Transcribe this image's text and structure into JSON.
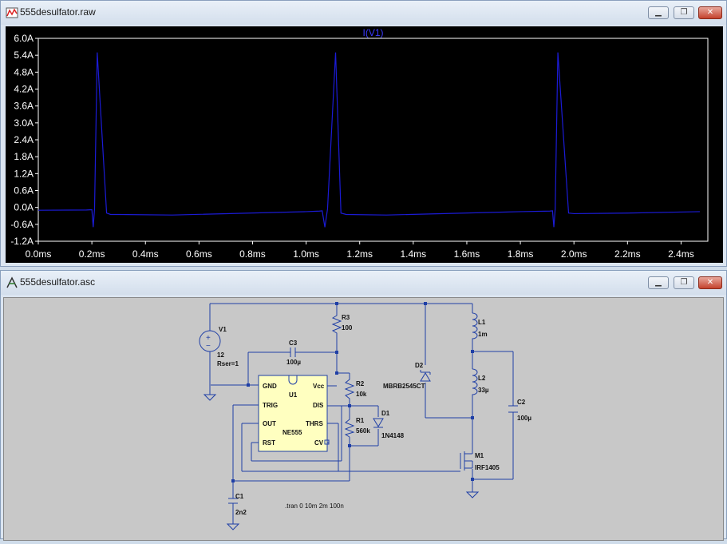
{
  "waveform_window": {
    "title": "555desulfator.raw",
    "trace_label": "I(V1)",
    "colors": {
      "trace": "#1b1bd6",
      "label": "#3a3aff",
      "axis": "#ffffff",
      "background": "#000000"
    },
    "chart_data": {
      "type": "line",
      "title": "I(V1)",
      "xlabel": "",
      "ylabel": "",
      "xlim": [
        0,
        2.5
      ],
      "ylim": [
        -1.2,
        6.0
      ],
      "x_tick_labels": [
        "0.0ms",
        "0.2ms",
        "0.4ms",
        "0.6ms",
        "0.8ms",
        "1.0ms",
        "1.2ms",
        "1.4ms",
        "1.6ms",
        "1.8ms",
        "2.0ms",
        "2.2ms",
        "2.4ms"
      ],
      "y_tick_labels": [
        "6.0A",
        "5.4A",
        "4.8A",
        "4.2A",
        "3.6A",
        "3.0A",
        "2.4A",
        "1.8A",
        "1.2A",
        "0.6A",
        "0.0A",
        "-0.6A",
        "-1.2A"
      ],
      "series": [
        {
          "x": [
            0,
            0.18,
            0.2,
            0.205,
            0.21,
            0.22,
            0.255,
            0.27,
            0.3,
            0.5,
            1.0,
            1.05,
            1.06,
            1.07,
            1.08,
            1.11,
            1.13,
            1.15,
            1.3,
            1.8,
            1.91,
            1.92,
            1.925,
            1.93,
            1.94,
            1.98,
            2.0,
            2.2,
            2.47
          ],
          "y": [
            -0.1,
            -0.09,
            -0.08,
            -0.7,
            -0.05,
            5.5,
            -0.2,
            -0.25,
            -0.25,
            -0.27,
            -0.15,
            -0.13,
            -0.12,
            -0.7,
            -0.05,
            5.5,
            -0.2,
            -0.25,
            -0.27,
            -0.15,
            -0.13,
            -0.12,
            -0.7,
            -0.05,
            5.5,
            -0.2,
            -0.22,
            -0.2,
            -0.15
          ]
        }
      ]
    }
  },
  "schematic_window": {
    "title": "555desulfator.asc",
    "colors": {
      "wire": "#1f3fa6",
      "component": "#1f3fa6",
      "ic_fill": "#ffffc0",
      "ground": "#1f3fa6"
    },
    "labels": {
      "V1": "V1",
      "V1_value": "12",
      "V1_rser": "Rser=1",
      "R3": "R3",
      "R3_value": "100",
      "C3": "C3",
      "C3_value": "100µ",
      "R2": "R2",
      "R2_value": "10k",
      "R1": "R1",
      "R1_value": "560k",
      "D1": "D1",
      "D1_value": "1N4148",
      "D2": "D2",
      "D2_value": "MBRB2545CT",
      "L1": "L1",
      "L1_value": "1m",
      "L2": "L2",
      "L2_value": "33µ",
      "C2": "C2",
      "C2_value": "100µ",
      "M1": "M1",
      "M1_value": "IRF1405",
      "C1": "C1",
      "C1_value": "2n2",
      "U1": "U1",
      "U1_value": "NE555",
      "pin_gnd": "GND",
      "pin_vcc": "Vcc",
      "pin_trig": "TRIG",
      "pin_dis": "DIS",
      "pin_out": "OUT",
      "pin_thrs": "THRS",
      "pin_rst": "RST",
      "pin_cv": "CV",
      "directive": ".tran 0 10m 2m 100n"
    }
  }
}
